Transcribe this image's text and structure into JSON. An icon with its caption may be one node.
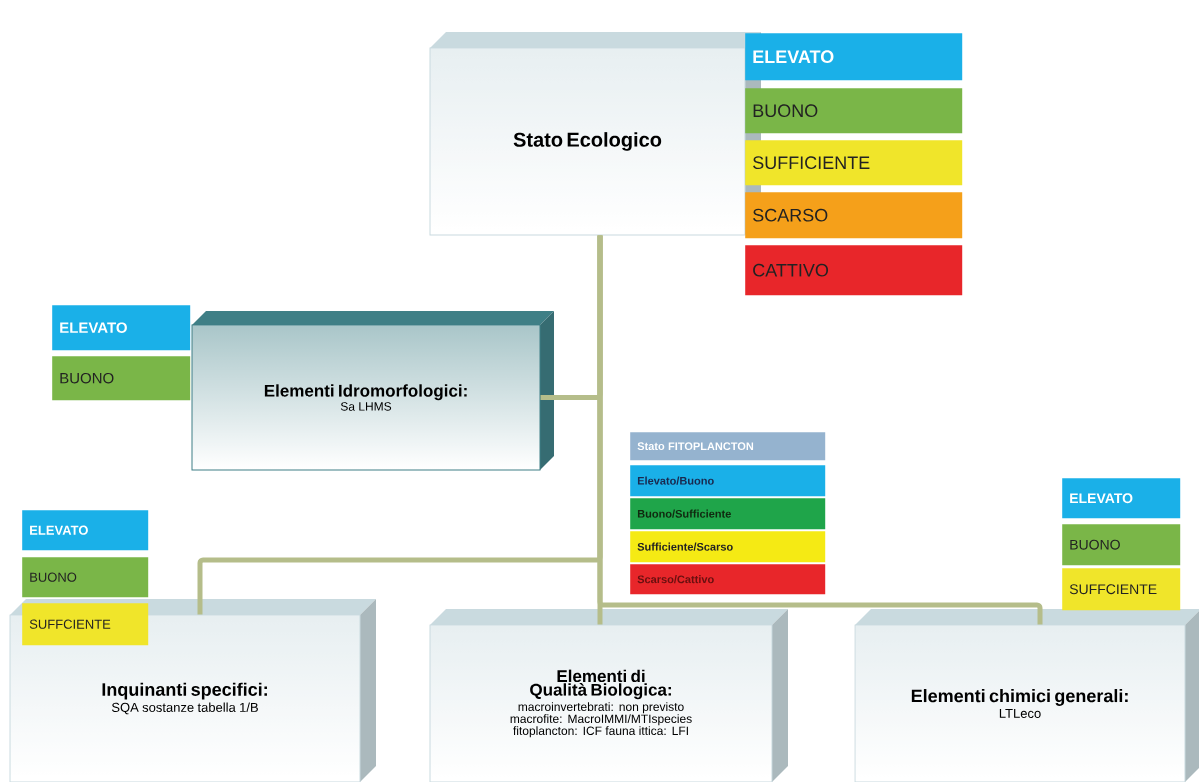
{
  "diagram": {
    "nodes": [
      {
        "text": [
          "Stato Ecologico"
        ]
      },
      {
        "text": [
          "ELEVATO"
        ]
      },
      {
        "text": [
          "BUONO"
        ]
      },
      {
        "text": [
          "SUFFICIENTE"
        ]
      },
      {
        "text": [
          "SCARSO"
        ]
      },
      {
        "text": [
          "CATTIVO"
        ]
      },
      {
        "text": [
          "ELEVATO"
        ]
      },
      {
        "text": [
          "BUONO"
        ]
      },
      {
        "text": [
          "Elementi Idromorfologici:",
          "Sa LHMS"
        ]
      },
      {
        "text": [
          "Stato FITOPLANCTON"
        ]
      },
      {
        "text": [
          "Elevato/Buono"
        ]
      },
      {
        "text": [
          "Buono/Sufficiente"
        ]
      },
      {
        "text": [
          "Sufficiente/Scarso"
        ]
      },
      {
        "text": [
          "Scarso/Cattivo"
        ]
      },
      {
        "text": [
          "ELEVATO"
        ]
      },
      {
        "text": [
          "BUONO"
        ]
      },
      {
        "text": [
          "SUFFCIENTE"
        ]
      },
      {
        "text": [
          "ELEVATO"
        ]
      },
      {
        "text": [
          "BUONO"
        ]
      },
      {
        "text": [
          "SUFFCIENTE"
        ]
      },
      {
        "text": [
          "Inquinanti specifici:",
          "SQA sostanze tabella 1/B"
        ]
      },
      {
        "text": [
          "Elementi di Qualità Biologica:",
          "macroinvertebrati: non previsto macrofite: MacroIMMI/MTIspecies fitoplancton: ICF fauna ittica: LFI"
        ]
      },
      {
        "text": [
          "Elementi chimici generali:",
          "LTLeco"
        ]
      }
    ],
    "edges": [
      {
        "from": 0,
        "to": 8,
        "arrow": "none"
      },
      {
        "from": 0,
        "to": 20,
        "arrow": "none"
      },
      {
        "from": 0,
        "to": 21,
        "arrow": "none"
      },
      {
        "from": 0,
        "to": 22,
        "arrow": "none"
      }
    ]
  }
}
